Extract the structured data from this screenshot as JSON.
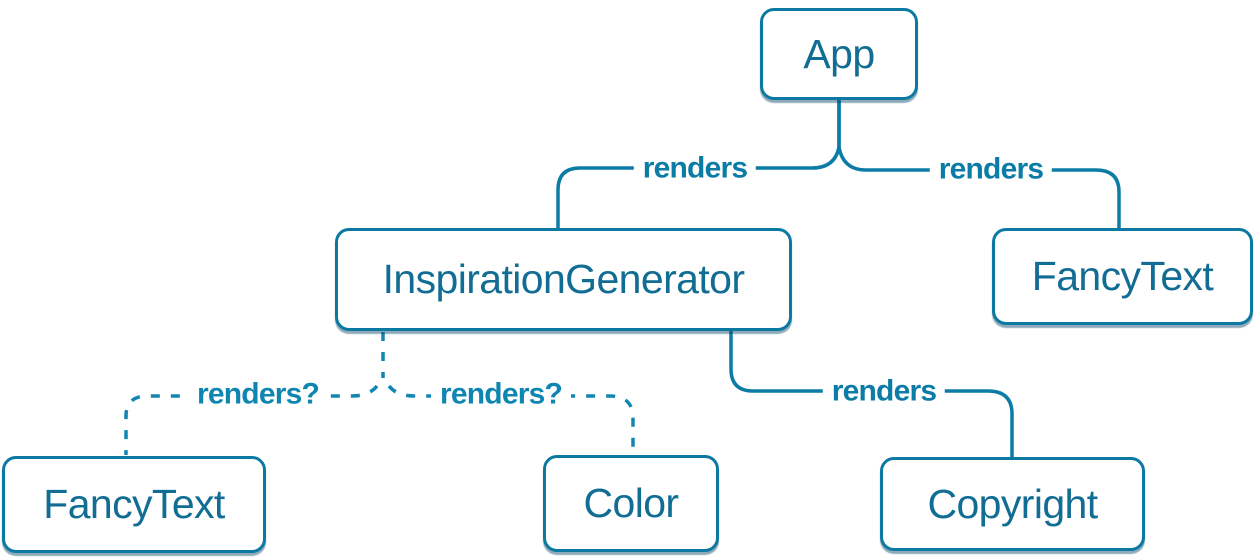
{
  "diagram": {
    "type": "component-tree",
    "colors": {
      "background": "#ffffff",
      "solid": "#0c7ca6",
      "dashed": "#1286b2",
      "border": "#0b79a2",
      "nodetext": "#116d93",
      "labelsolid": "#0b7ca6",
      "labeldashed": "#0f86b2",
      "shadow": "rgba(7,69,99,0.45)"
    },
    "nodes": [
      {
        "id": "app",
        "label": "App"
      },
      {
        "id": "inspiration-generator",
        "label": "InspirationGenerator"
      },
      {
        "id": "fancy-text-top",
        "label": "FancyText"
      },
      {
        "id": "fancy-text-bottom",
        "label": "FancyText"
      },
      {
        "id": "color",
        "label": "Color"
      },
      {
        "id": "copyright",
        "label": "Copyright"
      }
    ],
    "edges": [
      {
        "from": "App",
        "to": "InspirationGenerator",
        "label": "renders",
        "style": "solid"
      },
      {
        "from": "App",
        "to": "FancyText",
        "label": "renders",
        "style": "solid"
      },
      {
        "from": "InspirationGenerator",
        "to": "FancyText",
        "label": "renders?",
        "style": "dashed"
      },
      {
        "from": "InspirationGenerator",
        "to": "Color",
        "label": "renders?",
        "style": "dashed"
      },
      {
        "from": "InspirationGenerator",
        "to": "Copyright",
        "label": "renders",
        "style": "solid"
      }
    ]
  }
}
